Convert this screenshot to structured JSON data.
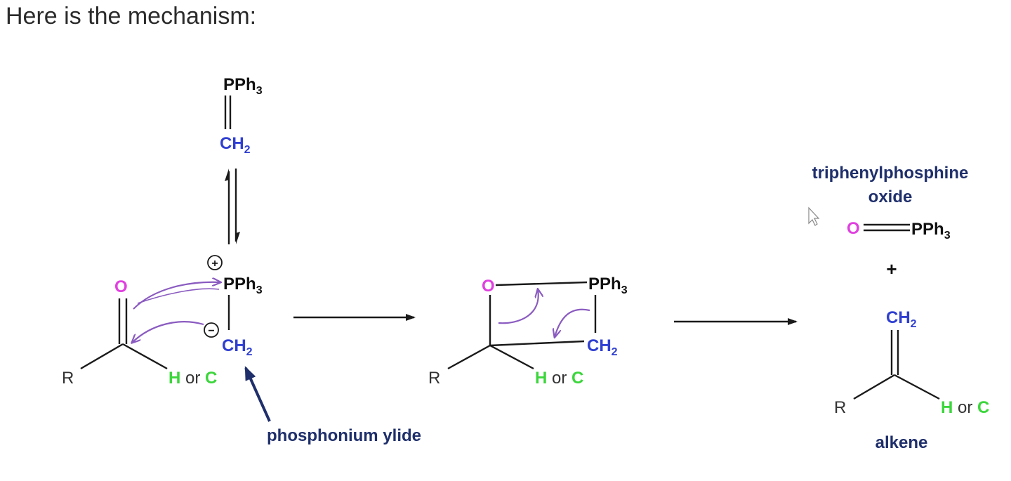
{
  "heading": "Here is the mechanism:",
  "colors": {
    "bond": "#1a1a1a",
    "carbon_blue": "#2f3fd1",
    "oxygen": "#e040e0",
    "green": "#3cd63c",
    "navy": "#1f2f6b",
    "curved_arrow": "#8a5bc0",
    "black_text": "#111111"
  },
  "labels": {
    "pph3": "PPh",
    "sub3": "3",
    "ch": "CH",
    "sub2": "2",
    "o": "O",
    "r": "R",
    "h": "H",
    "or": " or ",
    "c": "C",
    "plus_charge": "+",
    "minus_charge": "−",
    "plus_sign": "+",
    "triphenylphosphine_line1": "triphenylphosphine",
    "triphenylphosphine_line2": "oxide",
    "phosphonium_ylide": "phosphonium ylide",
    "alkene": "alkene"
  },
  "icons": [
    "equilibrium-arrow-icon",
    "reaction-arrow-icon",
    "curved-arrow-icon",
    "pointer-arrow-icon",
    "mouse-cursor-icon"
  ]
}
